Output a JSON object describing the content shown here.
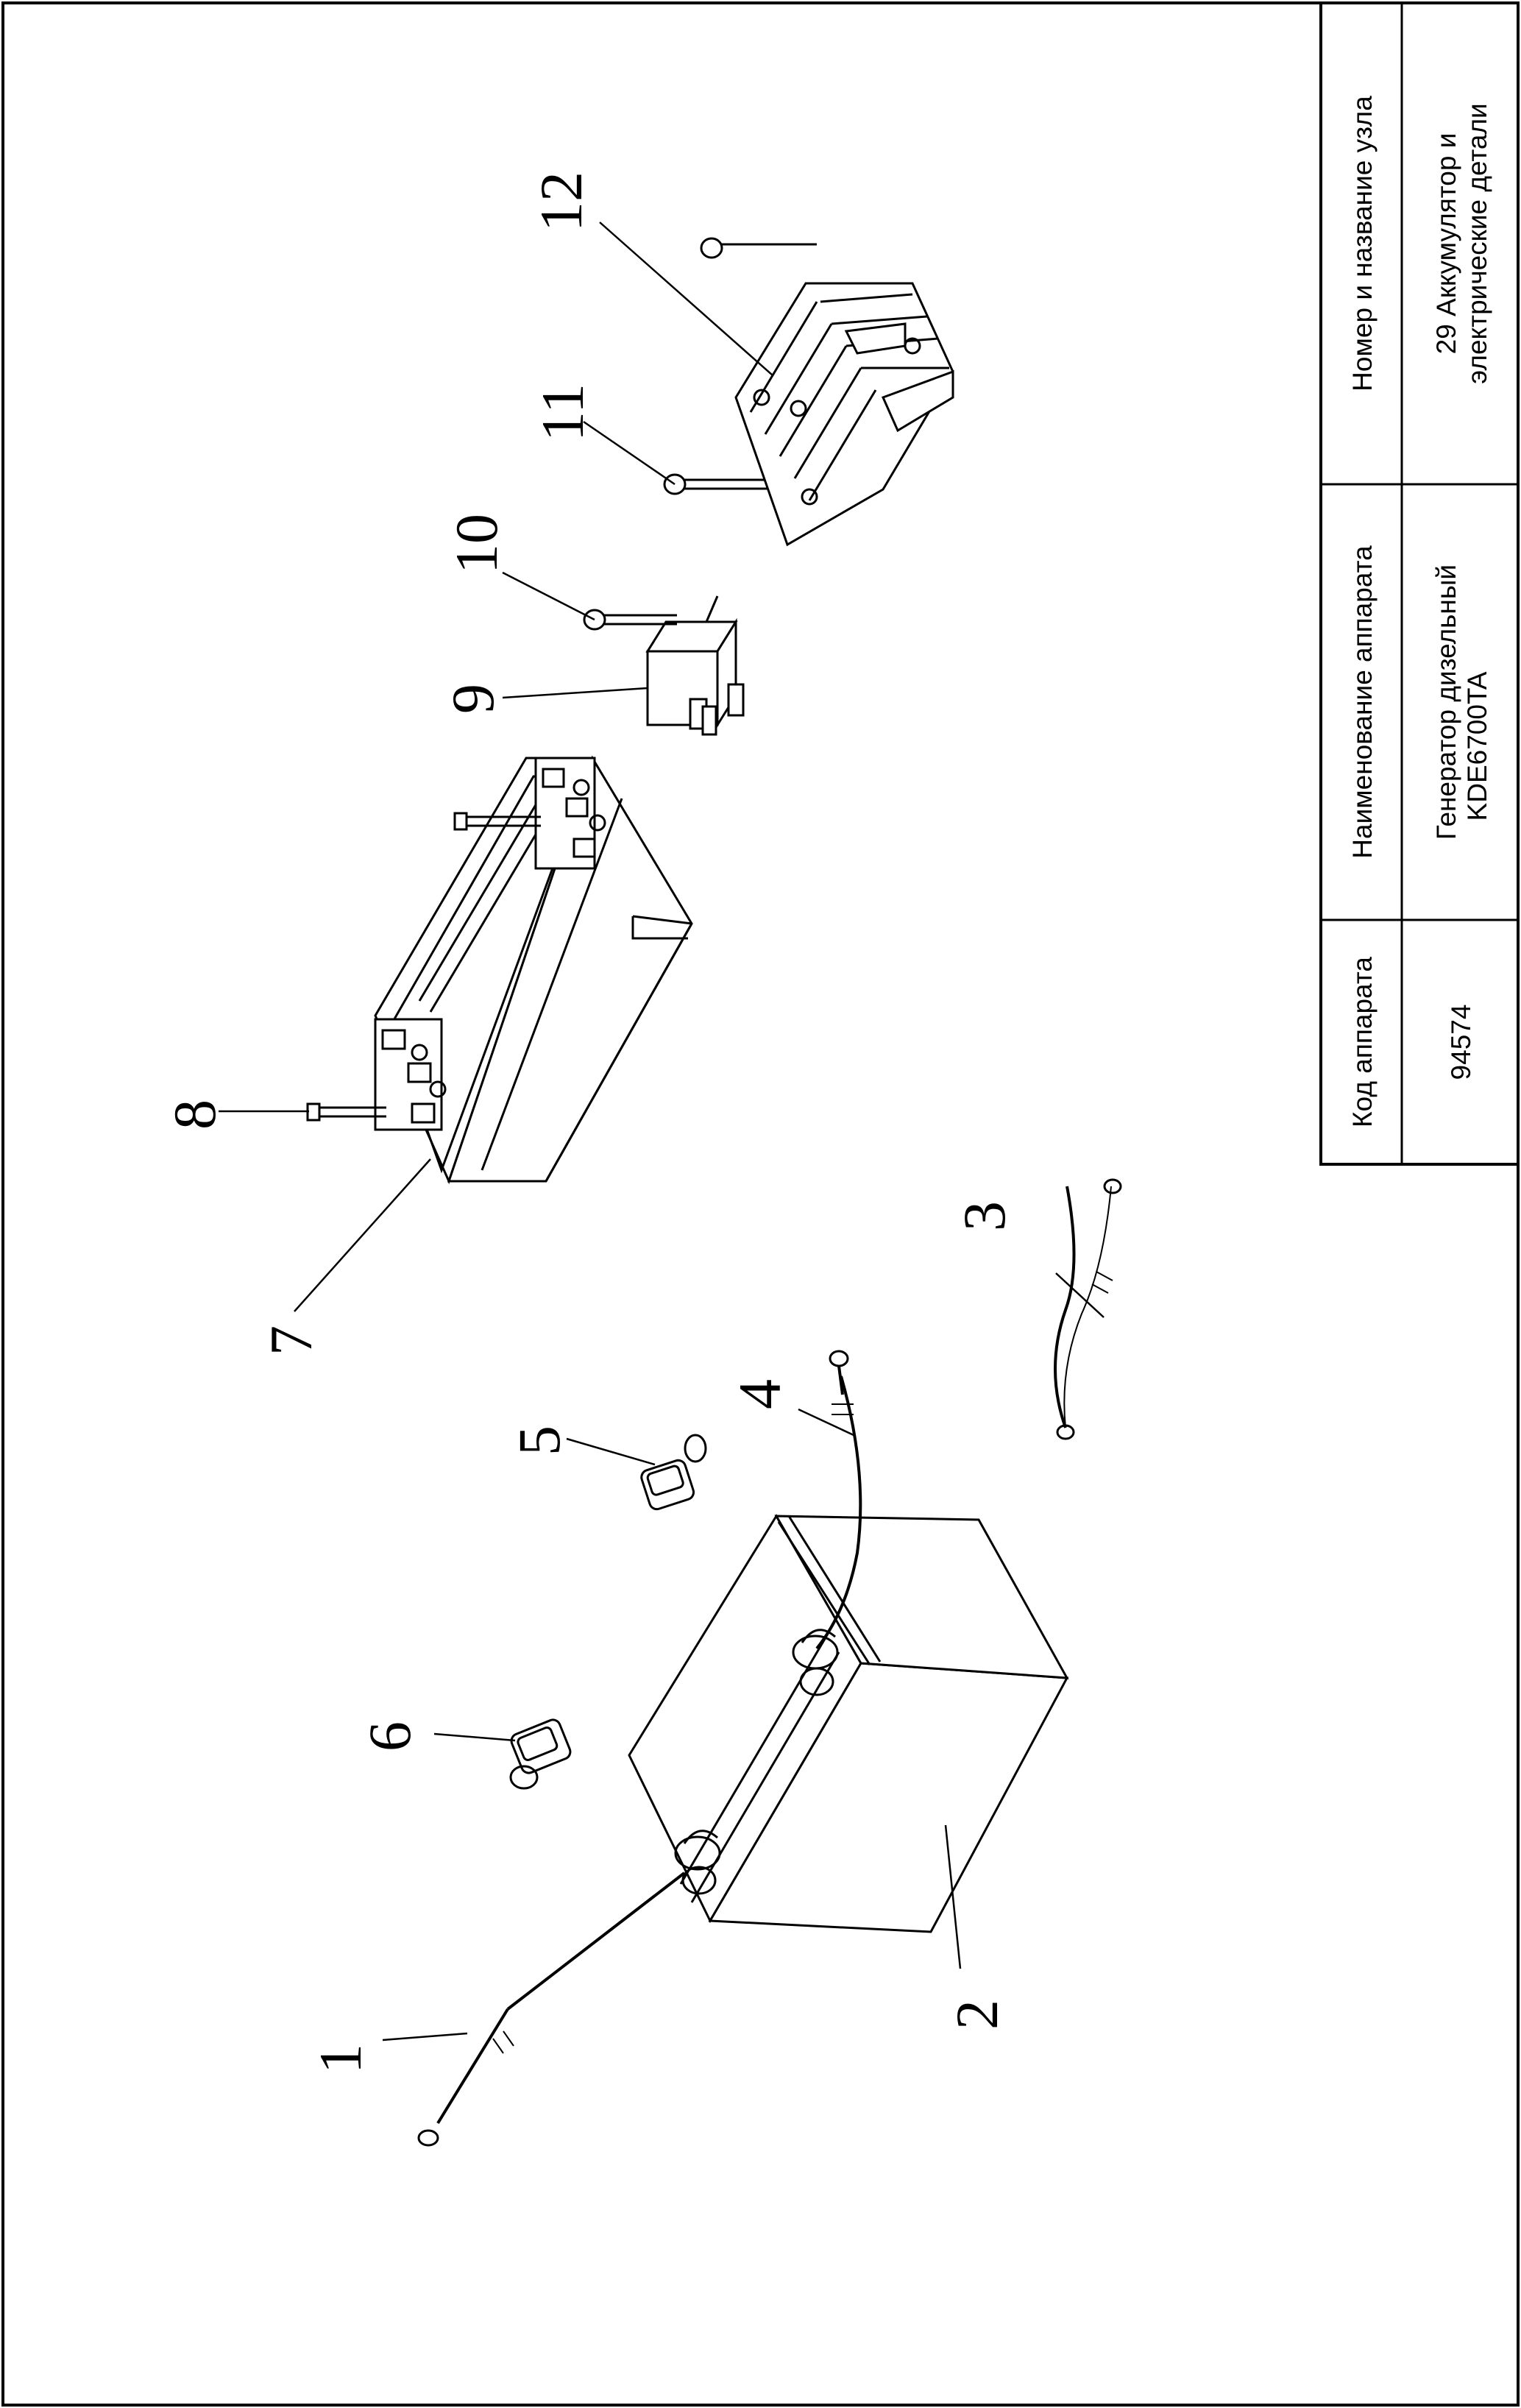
{
  "title_block": {
    "headers": {
      "code": "Код аппарата",
      "name": "Наименование аппарата",
      "node": "Номер и название узла"
    },
    "values": {
      "code": "94574",
      "name_line1": "Генератор дизельный",
      "name_line2": "KDE6700TA",
      "node_line1": "29 Аккумулятор и",
      "node_line2": "электрические детали"
    }
  },
  "callouts": {
    "c1": "1",
    "c2": "2",
    "c3": "3",
    "c4": "4",
    "c5": "5",
    "c6": "6",
    "c7": "7",
    "c8": "8",
    "c9": "9",
    "c10": "10",
    "c11": "11",
    "c12": "12"
  }
}
